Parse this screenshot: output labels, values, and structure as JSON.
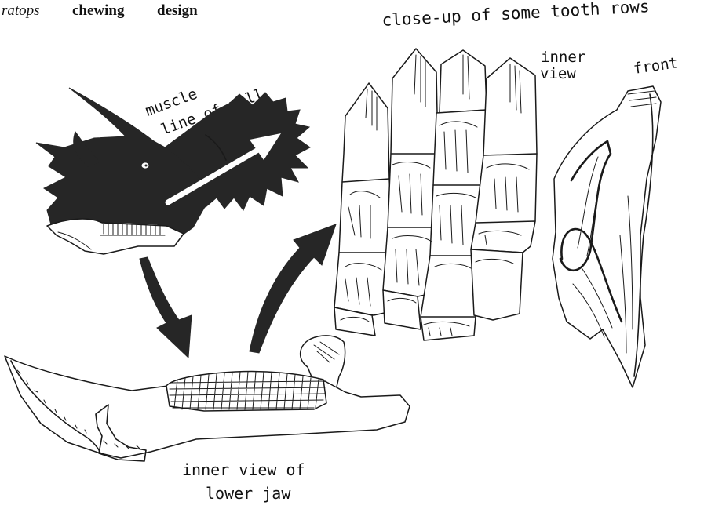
{
  "title": {
    "italic_part": "ratops",
    "bold_words": [
      "chewing",
      "design"
    ]
  },
  "labels": {
    "closeup": "close-up of some tooth rows",
    "inner_view_line1": "inner",
    "inner_view_line2": "view",
    "front": "front",
    "muscle_line1": "muscle",
    "muscle_line2": "line of pull",
    "lower_jaw_line1": "inner view of",
    "lower_jaw_line2": "lower jaw"
  }
}
